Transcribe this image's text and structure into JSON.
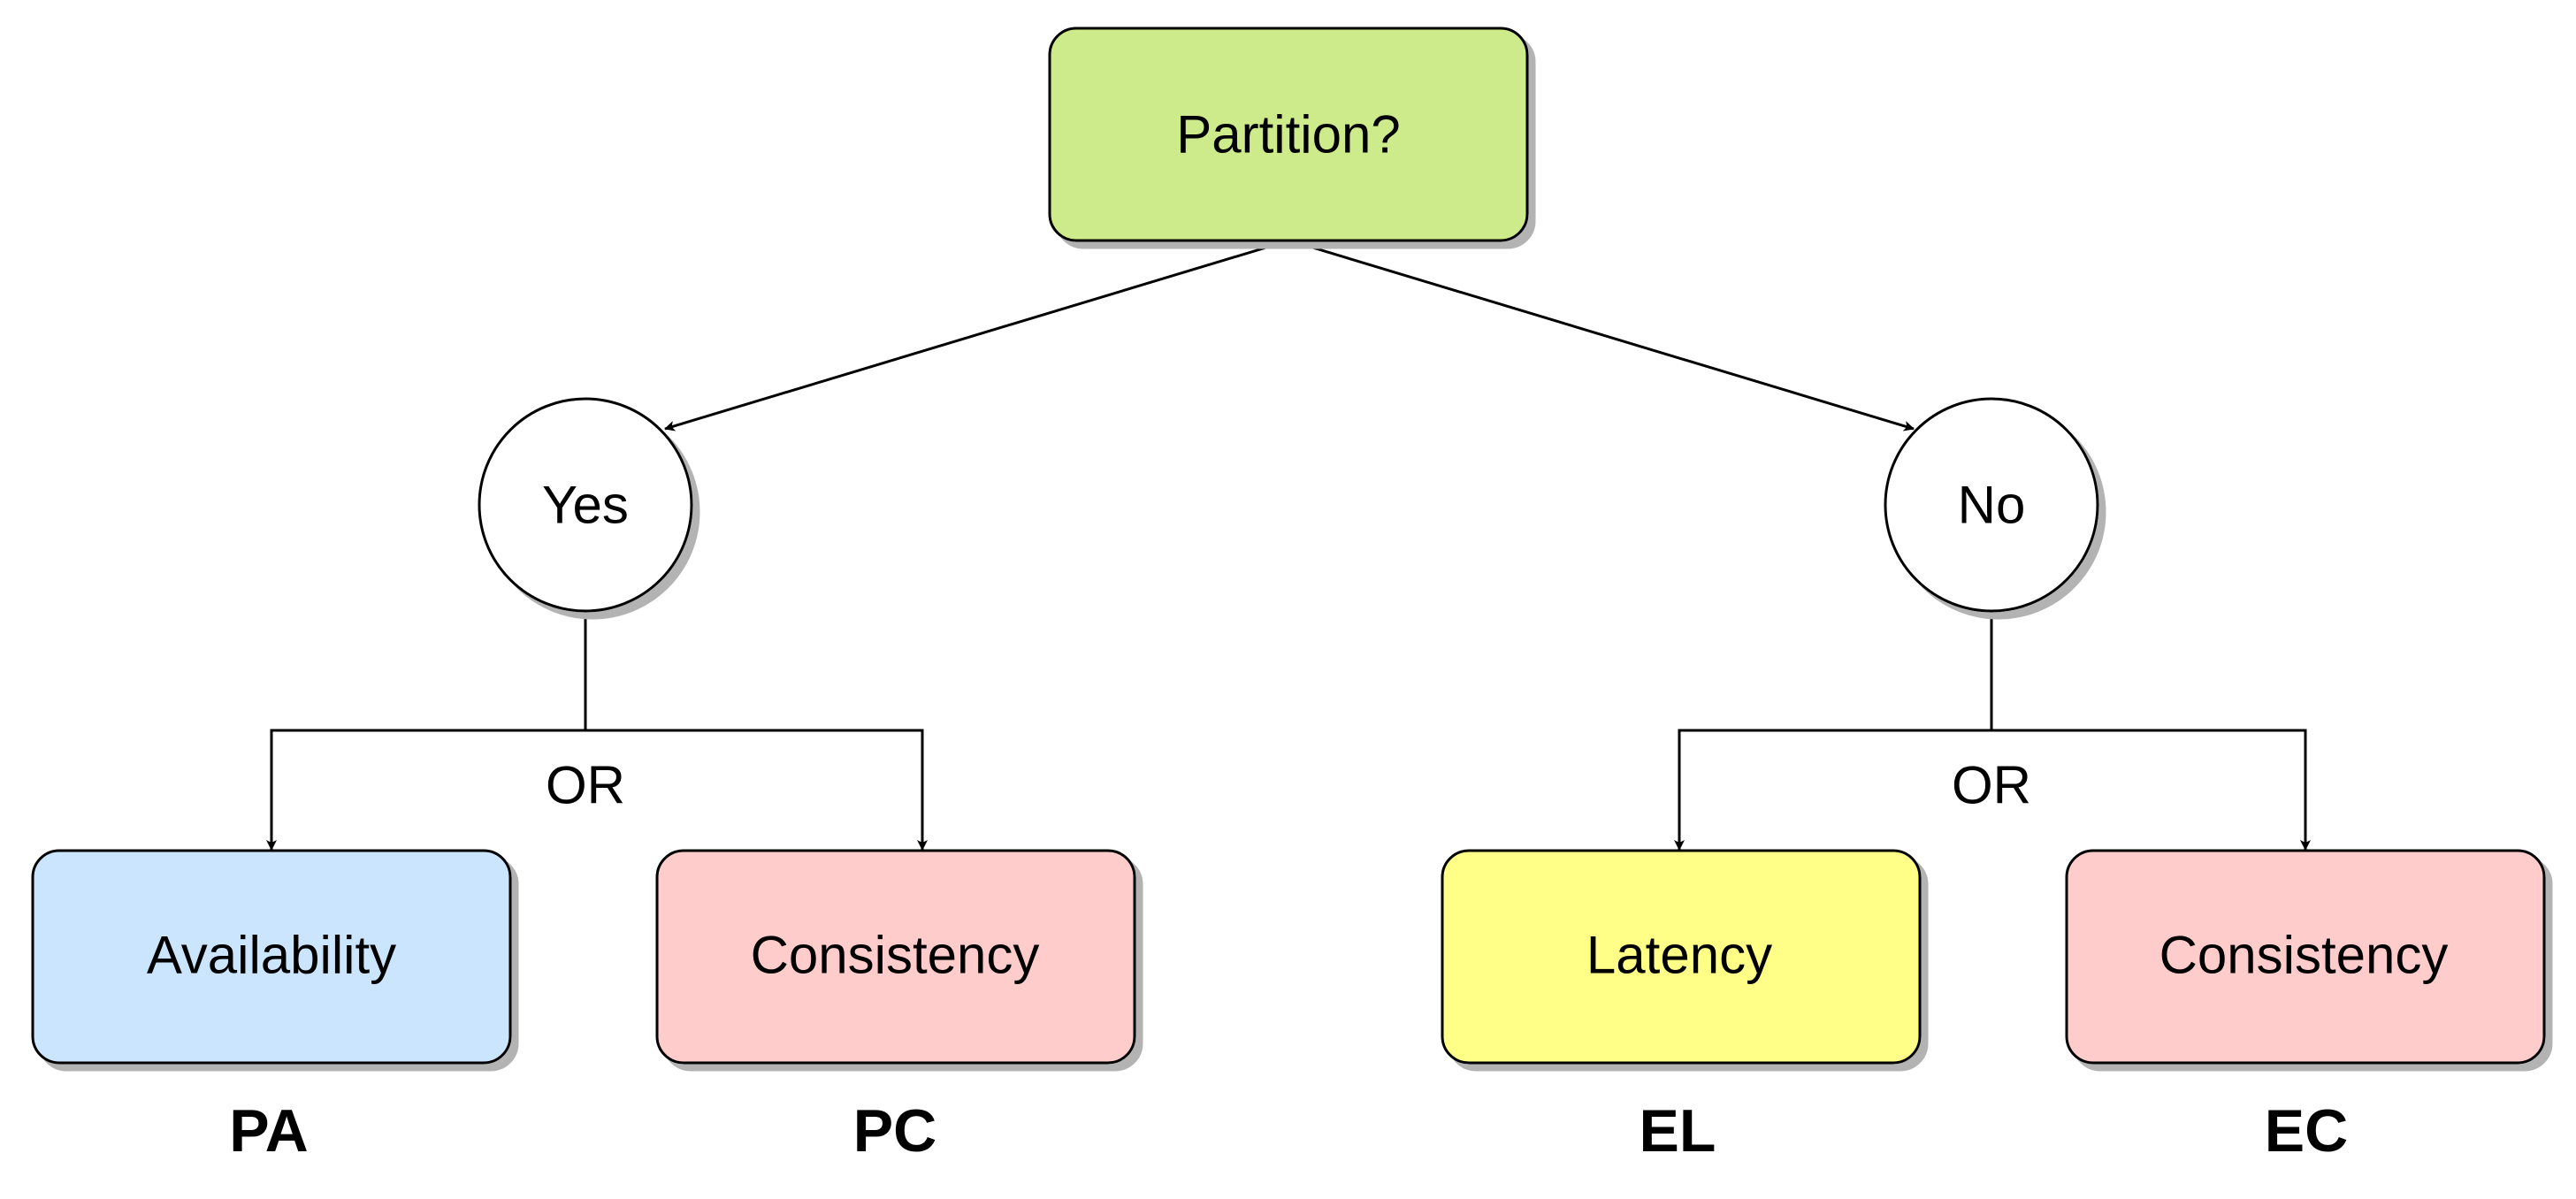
{
  "root": {
    "label": "Partition?",
    "fill": "#cdeb8b"
  },
  "branches": [
    {
      "answer": "Yes",
      "joiner": "OR",
      "options": [
        {
          "label": "Availability",
          "code": "PA",
          "fill": "#cce5ff"
        },
        {
          "label": "Consistency",
          "code": "PC",
          "fill": "#ffcccc"
        }
      ]
    },
    {
      "answer": "No",
      "joiner": "OR",
      "options": [
        {
          "label": "Latency",
          "code": "EL",
          "fill": "#ffff88"
        },
        {
          "label": "Consistency",
          "code": "EC",
          "fill": "#ffcccc"
        }
      ]
    }
  ],
  "colors": {
    "shadow": "#b3b3b3",
    "stroke": "#000000",
    "circle_fill": "#ffffff"
  }
}
